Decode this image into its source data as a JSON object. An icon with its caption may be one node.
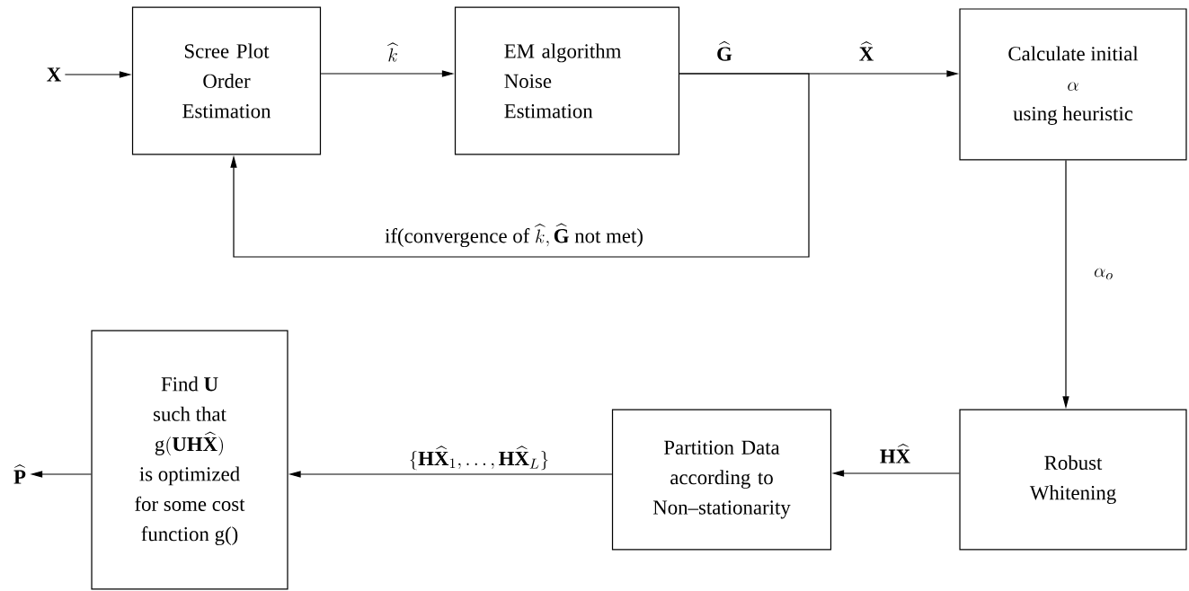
{
  "diagram": {
    "nodes": [
      {
        "text": [
          "\\mathbf{X}"
        ]
      },
      {
        "text": [
          "Scree Plot Order Estimation"
        ]
      },
      {
        "text": [
          "EM algorithm Noise Estimation"
        ]
      },
      {
        "text": [
          "\\begin{array}{c}\\text{Calculate initial}\\\\ \\alpha\\\\ \\text{using heuristic}\\end{array}"
        ]
      },
      {
        "text": [
          "Robust Whitening"
        ]
      },
      {
        "text": [
          "Partition Data according to Non–stationarity"
        ]
      },
      {
        "text": [
          "\\begin{array}{c}\\text{Find }\\mathbf{U}\\\\ \\text{such that}\\\\ \\mathrm{g}(\\mathbf{UH}\\widehat{\\mathbf{X}})\\\\ \\text{is optimized}\\\\ \\text{for some cost}\\\\ \\text{function g()}\\end{array}"
        ]
      },
      {
        "text": [
          "\\widehat{\\mathbf{P}}"
        ]
      }
    ],
    "edges": [
      {
        "from": 0,
        "to": 1,
        "arrow": "to"
      },
      {
        "from": 1,
        "to": 2,
        "arrow": "to",
        "label": "\\widehat{k}"
      },
      {
        "from": 2,
        "to": 3,
        "arrow": "to",
        "label": "\\widehat{\\mathbf{X}}"
      },
      {
        "from": 2,
        "to": 1,
        "arrow": "to",
        "label": "\\text{if(convergence of }\\widehat{k},\\widehat{\\mathbf{G}}\\text{ not met)}"
      },
      {
        "from": 3,
        "to": 4,
        "arrow": "to",
        "label": "\\alpha_o"
      },
      {
        "from": 4,
        "to": 5,
        "arrow": "to",
        "label": "\\mathbf{H}\\widehat{\\mathbf{X}}"
      },
      {
        "from": 5,
        "to": 6,
        "arrow": "to",
        "label": "\\{\\mathbf{H}\\widehat{\\mathbf{X}}_1,\\ldots,\\mathbf{H}\\widehat{\\mathbf{X}}_L\\}"
      },
      {
        "from": 6,
        "to": 7,
        "arrow": "to"
      }
    ],
    "labels": [
      "\\widehat{\\mathbf{G}}"
    ]
  }
}
